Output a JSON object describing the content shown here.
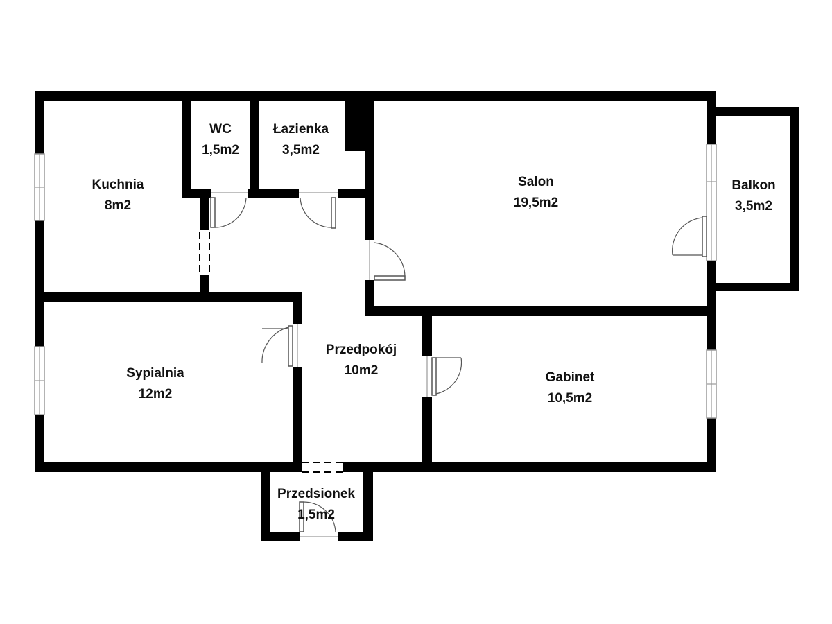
{
  "rooms": {
    "kuchnia": {
      "name": "Kuchnia",
      "area": "8m2"
    },
    "wc": {
      "name": "WC",
      "area": "1,5m2"
    },
    "lazienka": {
      "name": "Łazienka",
      "area": "3,5m2"
    },
    "salon": {
      "name": "Salon",
      "area": "19,5m2"
    },
    "balkon": {
      "name": "Balkon",
      "area": "3,5m2"
    },
    "sypialnia": {
      "name": "Sypialnia",
      "area": "12m2"
    },
    "przedpokoj": {
      "name": "Przedpokój",
      "area": "10m2"
    },
    "gabinet": {
      "name": "Gabinet",
      "area": "10,5m2"
    },
    "przedsionek": {
      "name": "Przedsionek",
      "area": "1,5m2"
    }
  },
  "colors": {
    "wall": "#000000",
    "window": "#9a9a9a",
    "door": "#555555",
    "background": "#ffffff"
  }
}
